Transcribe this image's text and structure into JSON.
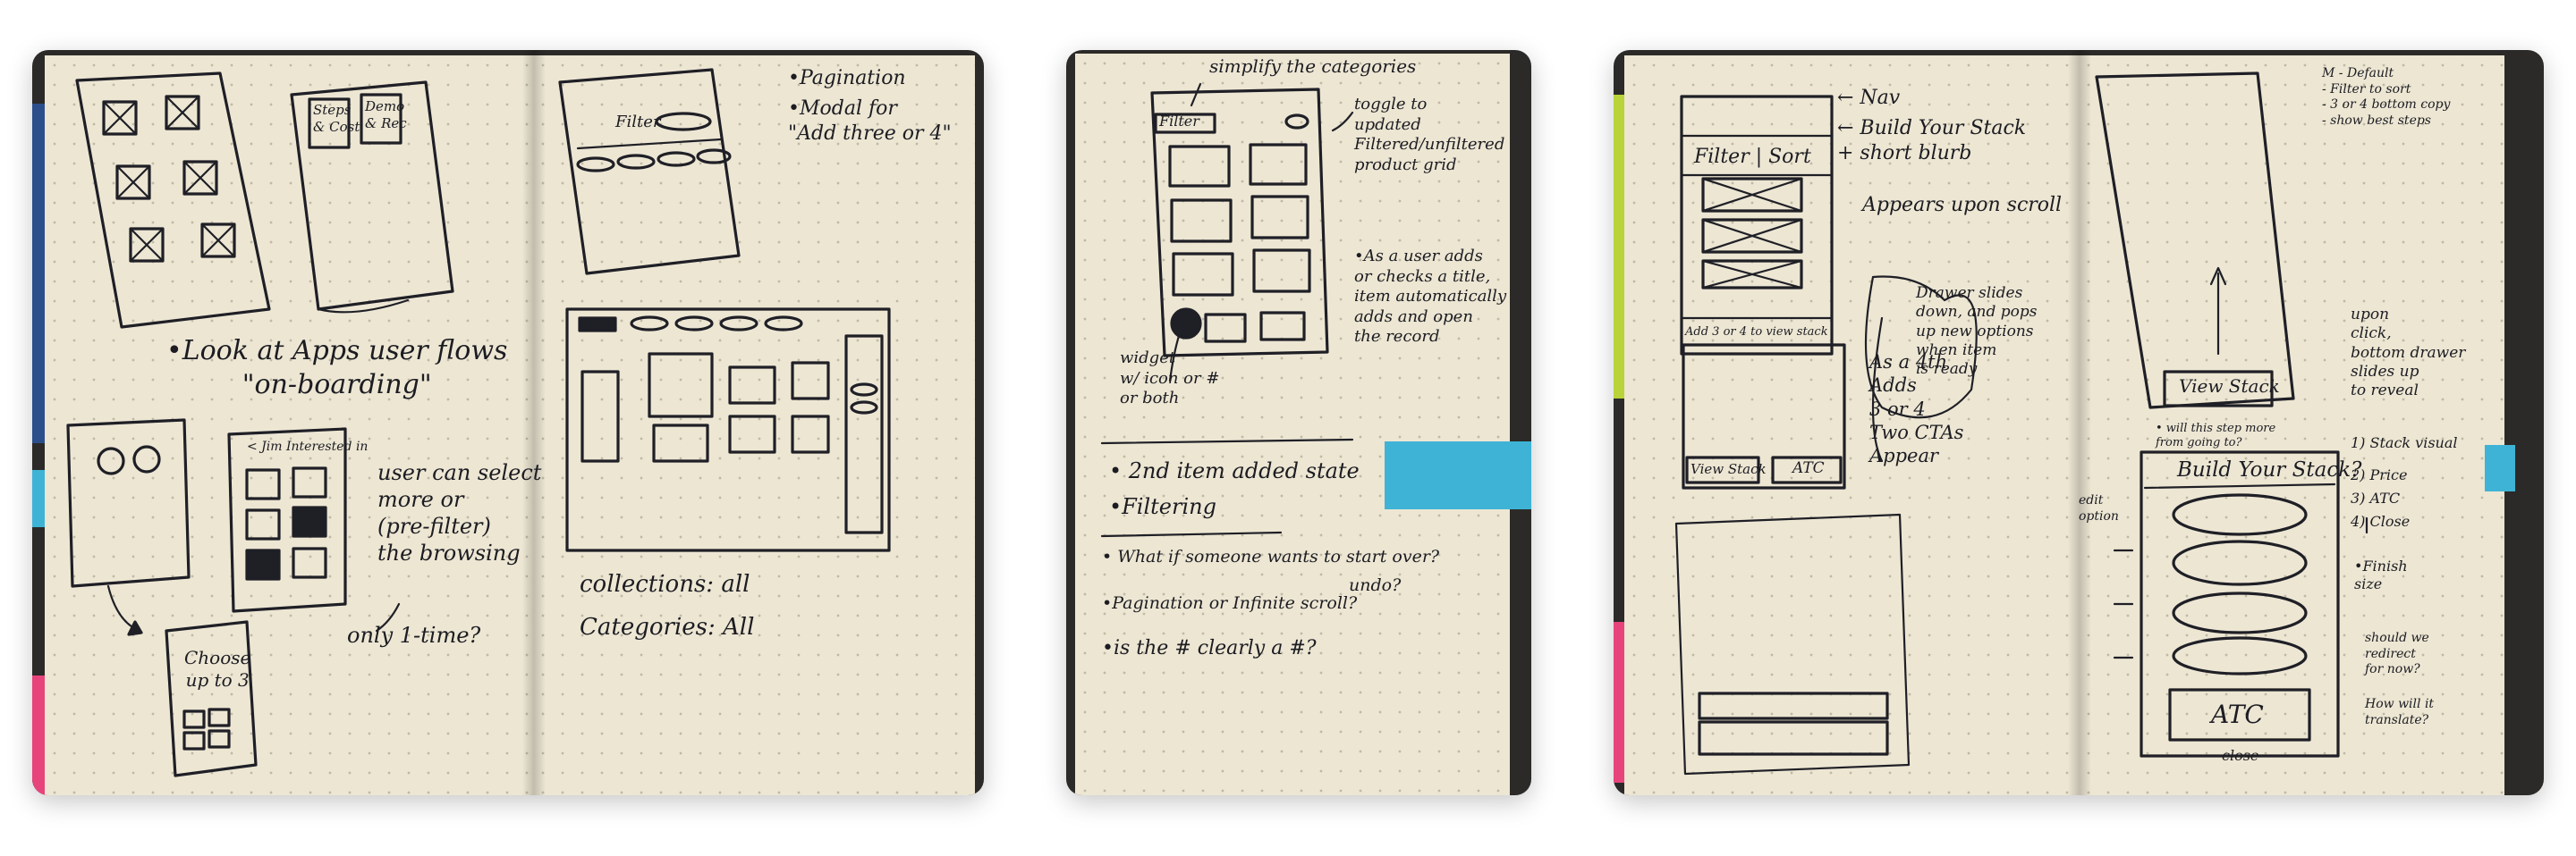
{
  "photos": [
    {
      "notes": {
        "pagination": "•Pagination",
        "modal": "•Modal for\n\"Add three or 4\"",
        "steps": "Steps\n& Cost",
        "demo": "Demo\n& Rec",
        "filter": "Filter",
        "apps_flows": "•Look at Apps user flows\n\"on-boarding\"",
        "jim": "< Jim Interested in",
        "user_select": "user can select\nmore or\n(pre-filter)\nthe browsing",
        "only_once": "only 1-time?",
        "choose": "Choose\nup to 3",
        "collections": "collections: all",
        "categories": "Categories: All"
      }
    },
    {
      "notes": {
        "simplify": "simplify the categories",
        "filter": "Filter",
        "toggle": "toggle to\nupdated\nFiltered/unfiltered\nproduct grid",
        "as_user": "•As a user adds\nor checks a title,\nitem automatically\nadds and open\nthe record",
        "widget": "widget\nw/ icon or #\nor both",
        "second_item": "• 2nd item added state",
        "filtering": "•Filtering",
        "start_over": "• What if someone wants to start over?",
        "undo": "undo?",
        "infinite": "•Pagination or Infinite scroll?",
        "clearly": "•is the # clearly a #?"
      }
    },
    {
      "notes": {
        "nav": "← Nav",
        "build_stack": "← Build Your Stack\n+ short blurb",
        "filter_sort": "Filter | Sort",
        "appears": "Appears upon scroll",
        "add_bar": "Add 3 or 4 to view stack",
        "drawer": "Drawer slides\ndown, and pops\nup new options\nwhen item\nis ready",
        "as_4th": "As a 4th\nAdds\n3 or 4\nTwo CTAs\nAppear",
        "view_stack_small": "View Stack",
        "atc_small": "ATC",
        "m_default": "M - Default\n- Filter to sort\n- 3 or 4 bottom copy\n- show best steps",
        "view_stack": "View Stack",
        "upon_click": "upon\nclick,\nbottom drawer\nslides up\nto reveal",
        "will_this": "• will this step more\nfrom going to?",
        "build_title": "Build Your Stack?",
        "stack_visual": "1) Stack visual",
        "price": "2) Price",
        "atc_opt": "3) ATC",
        "close_opt": "4) Close",
        "finish": "•Finish\nsize",
        "should_we": "should we\nredirect\nfor now?",
        "how_will": "How will it\ntranslate?",
        "edit": "edit\noption",
        "atc_big": "ATC",
        "close_label": "close"
      }
    }
  ],
  "colors": {
    "paper": "#ece6d3",
    "ink": "#1f1f26",
    "tab_blue": "#3fb3d6",
    "tab_pink": "#e8447c",
    "tab_green": "#b8d43a",
    "tab_navy": "#2c4f8c"
  }
}
